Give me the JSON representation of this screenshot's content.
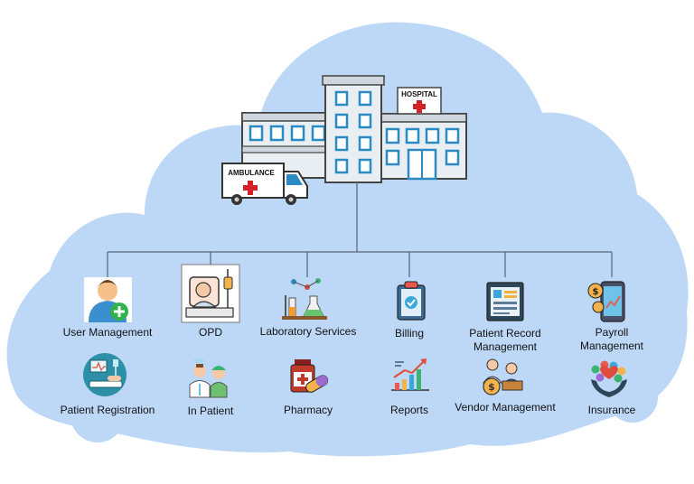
{
  "hospital": {
    "sign": "HOSPITAL",
    "ambulance_sign": "AMBULANCE"
  },
  "modules_top": [
    {
      "label": "User Management",
      "icon": "user-add-icon"
    },
    {
      "label": "OPD",
      "icon": "patient-bed-icon"
    },
    {
      "label": "Laboratory Services",
      "icon": "lab-flask-icon"
    },
    {
      "label": "Billing",
      "icon": "clipboard-check-icon"
    },
    {
      "label": "Patient Record Management",
      "icon": "patient-record-board-icon"
    },
    {
      "label": "Payroll Management",
      "icon": "phone-dollar-icon"
    }
  ],
  "modules_bottom": [
    {
      "label": "Patient Registration",
      "icon": "hospital-bed-monitor-icon"
    },
    {
      "label": "In Patient",
      "icon": "doctor-patient-icon"
    },
    {
      "label": "Pharmacy",
      "icon": "medicine-bottle-pill-icon"
    },
    {
      "label": "Reports",
      "icon": "growth-chart-icon"
    },
    {
      "label": "Vendor Management",
      "icon": "vendor-handshake-icon"
    },
    {
      "label": "Insurance",
      "icon": "insurance-hands-icon"
    }
  ],
  "colors": {
    "cloud": "#bdd8f7",
    "building": "#e9eef3",
    "window": "#2a8bc4",
    "red_cross": "#d62027",
    "connector": "#556677"
  }
}
